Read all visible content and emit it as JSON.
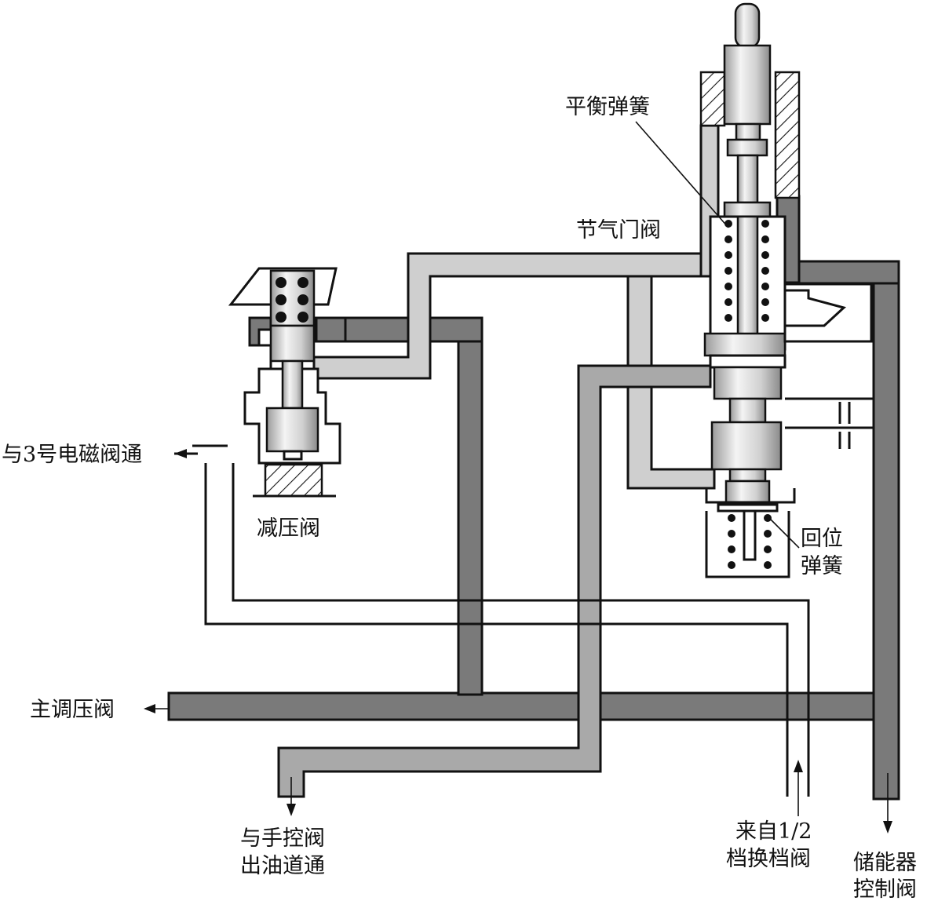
{
  "labels": {
    "balance_spring": "平衡弹簧",
    "throttle_valve": "节气门阀",
    "to_solenoid_3_line1": "与3号电磁阀通",
    "pressure_reducing_valve": "减压阀",
    "return_spring_line1": "回位",
    "return_spring_line2": "弹簧",
    "main_regulator_valve": "主调压阀",
    "manual_valve_line1": "与手控阀",
    "manual_valve_line2": "出油道通",
    "from_shift_valve_line1": "来自1/2",
    "from_shift_valve_line2": "档换档阀",
    "accumulator_line1": "储能器",
    "accumulator_line2": "控制阀"
  },
  "colors": {
    "dark_passage": "#7a7a7a",
    "light_passage": "#cfcfcf",
    "medium_passage": "#a9a9a9",
    "outline": "#111111"
  }
}
